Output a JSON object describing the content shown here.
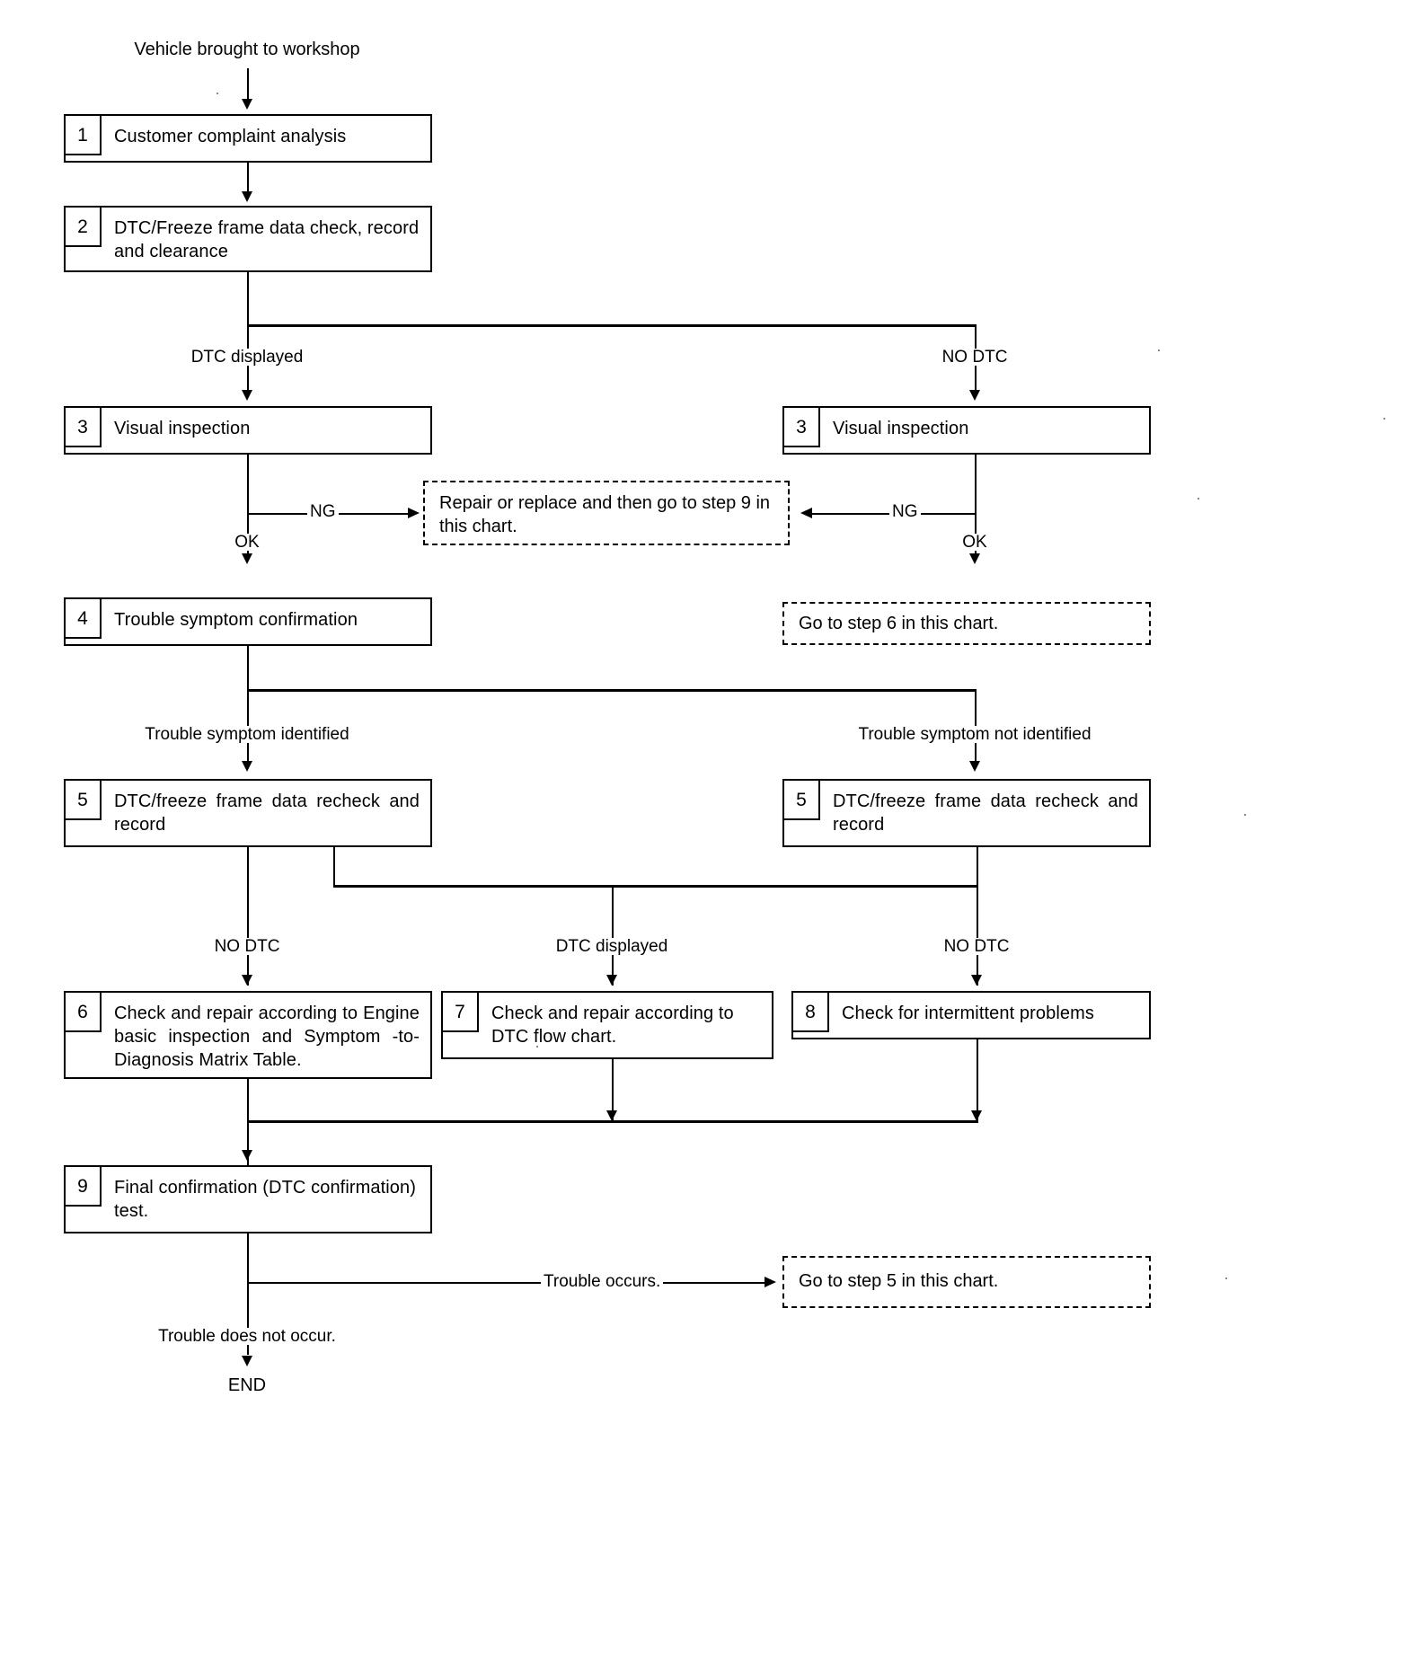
{
  "chart_data": {
    "type": "diagram",
    "title": "Engine diagnostic troubleshooting flow chart",
    "start_label": "Vehicle brought to workshop",
    "end_label": "END",
    "nodes": [
      {
        "id": "n1",
        "num": "1",
        "text": "Customer complaint analysis"
      },
      {
        "id": "n2",
        "num": "2",
        "text": "DTC/Freeze frame data check, record and clearance"
      },
      {
        "id": "n3l",
        "num": "3",
        "text": "Visual inspection"
      },
      {
        "id": "n3r",
        "num": "3",
        "text": "Visual inspection"
      },
      {
        "id": "rep",
        "num": "",
        "text": "Repair or replace and then go to step 9 in this chart.",
        "style": "dashed"
      },
      {
        "id": "n4",
        "num": "4",
        "text": "Trouble symptom confirmation"
      },
      {
        "id": "goto6",
        "num": "",
        "text": "Go to step 6 in this chart.",
        "style": "dashed"
      },
      {
        "id": "n5l",
        "num": "5",
        "text": "DTC/freeze frame data recheck and record"
      },
      {
        "id": "n5r",
        "num": "5",
        "text": "DTC/freeze frame data recheck and record"
      },
      {
        "id": "n6",
        "num": "6",
        "text": "Check and repair according to Engine basic inspection and Symptom -to- Diagnosis Matrix Table."
      },
      {
        "id": "n7",
        "num": "7",
        "text": "Check and repair according to DTC flow chart."
      },
      {
        "id": "n8",
        "num": "8",
        "text": "Check for intermittent problems"
      },
      {
        "id": "n9",
        "num": "9",
        "text": "Final confirmation (DTC confirmation) test."
      },
      {
        "id": "goto5",
        "num": "",
        "text": "Go to step 5 in this chart.",
        "style": "dashed"
      }
    ],
    "edge_labels": [
      {
        "id": "e_dtc_disp_1",
        "text": "DTC displayed"
      },
      {
        "id": "e_no_dtc_1",
        "text": "NO DTC"
      },
      {
        "id": "e_ng_left",
        "text": "NG"
      },
      {
        "id": "e_ok_left",
        "text": "OK"
      },
      {
        "id": "e_ng_right",
        "text": "NG"
      },
      {
        "id": "e_ok_right",
        "text": "OK"
      },
      {
        "id": "e_sym_id",
        "text": "Trouble symptom identified"
      },
      {
        "id": "e_sym_not_id",
        "text": "Trouble symptom not identified"
      },
      {
        "id": "e_no_dtc_2",
        "text": "NO DTC"
      },
      {
        "id": "e_dtc_disp_2",
        "text": "DTC displayed"
      },
      {
        "id": "e_no_dtc_3",
        "text": "NO DTC"
      },
      {
        "id": "e_trouble_occurs",
        "text": "Trouble occurs."
      },
      {
        "id": "e_trouble_not_occurs",
        "text": "Trouble does not occur."
      }
    ]
  },
  "flow": {
    "start": {
      "label": "Vehicle brought to workshop"
    },
    "end": {
      "label": "END"
    },
    "boxes": {
      "step1": {
        "num": "1",
        "text": "Customer complaint analysis"
      },
      "step2": {
        "num": "2",
        "text": "DTC/Freeze frame data check, record and clearance"
      },
      "step3_left": {
        "num": "3",
        "text": "Visual inspection"
      },
      "step3_right": {
        "num": "3",
        "text": "Visual inspection"
      },
      "repair_note": {
        "text": "Repair or replace and then go to step 9 in this chart."
      },
      "step4": {
        "num": "4",
        "text": "Trouble symptom confirmation"
      },
      "goto_step6": {
        "text": "Go to step 6 in this chart."
      },
      "step5_left": {
        "num": "5",
        "text": "DTC/freeze frame data recheck and record"
      },
      "step5_right": {
        "num": "5",
        "text": "DTC/freeze frame data recheck and record"
      },
      "step6": {
        "num": "6",
        "text": "Check and repair according to Engine basic inspection and Symptom -to- Diagnosis Matrix Table."
      },
      "step7": {
        "num": "7",
        "text": "Check and repair according to DTC flow chart."
      },
      "step8": {
        "num": "8",
        "text": "Check for intermittent problems"
      },
      "step9": {
        "num": "9",
        "text": "Final confirmation (DTC confirmation) test."
      },
      "goto_step5": {
        "text": "Go to step 5 in this chart."
      }
    },
    "labels": {
      "dtc_displayed_1": "DTC displayed",
      "no_dtc_1": "NO DTC",
      "ng_left": "NG",
      "ok_left": "OK",
      "ng_right": "NG",
      "ok_right": "OK",
      "symptom_identified": "Trouble symptom identified",
      "symptom_not_identified": "Trouble symptom not identified",
      "no_dtc_2": "NO DTC",
      "dtc_displayed_2": "DTC displayed",
      "no_dtc_3": "NO DTC",
      "trouble_occurs": "Trouble occurs.",
      "trouble_does_not_occur": "Trouble does not occur."
    }
  }
}
